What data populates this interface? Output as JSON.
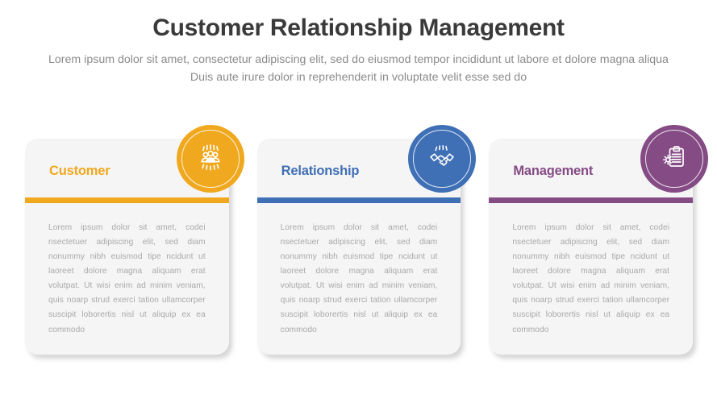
{
  "header": {
    "title": "Customer Relationship Management",
    "subtitle": "Lorem ipsum dolor sit amet, consectetur adipiscing elit, sed do eiusmod tempor incididunt ut labore et dolore magna aliqua Duis aute irure dolor in reprehenderit in voluptate velit esse sed do"
  },
  "colors": {
    "title": "#3a3a3a",
    "subtitle": "#8b8b8b",
    "card_bg": "#f5f5f6",
    "body_text": "#a9a9a9",
    "page_bg": "#ffffff"
  },
  "cards": [
    {
      "title": "Customer",
      "color": "#f0a81e",
      "icon": "people-group-icon",
      "body": "Lorem ipsum dolor sit amet, codei nsectetuer adipiscing elit, sed diam nonummy nibh euismod tipe ncidunt ut laoreet dolore magna aliquam erat volutpat. Ut wisi enim ad minim veniam, quis noarp strud exerci tation ullamcorper suscipit loborertis nisl ut aliquip ex ea commodo"
    },
    {
      "title": "Relationship",
      "color": "#3f6fb5",
      "icon": "handshake-icon",
      "body": "Lorem ipsum dolor sit amet, codei nsectetuer adipiscing elit, sed diam nonummy nibh euismod tipe ncidunt ut laoreet dolore magna aliquam erat volutpat. Ut wisi enim ad minim veniam, quis noarp strud exerci tation ullamcorper suscipit loborertis nisl ut aliquip ex ea commodo"
    },
    {
      "title": "Management",
      "color": "#854b84",
      "icon": "clipboard-gear-icon",
      "body": "Lorem ipsum dolor sit amet, codei nsectetuer adipiscing elit, sed diam nonummy nibh euismod tipe ncidunt ut laoreet dolore magna aliquam erat volutpat. Ut wisi enim ad minim veniam, quis noarp strud exerci tation ullamcorper suscipit loborertis nisl ut aliquip ex ea commodo"
    }
  ]
}
